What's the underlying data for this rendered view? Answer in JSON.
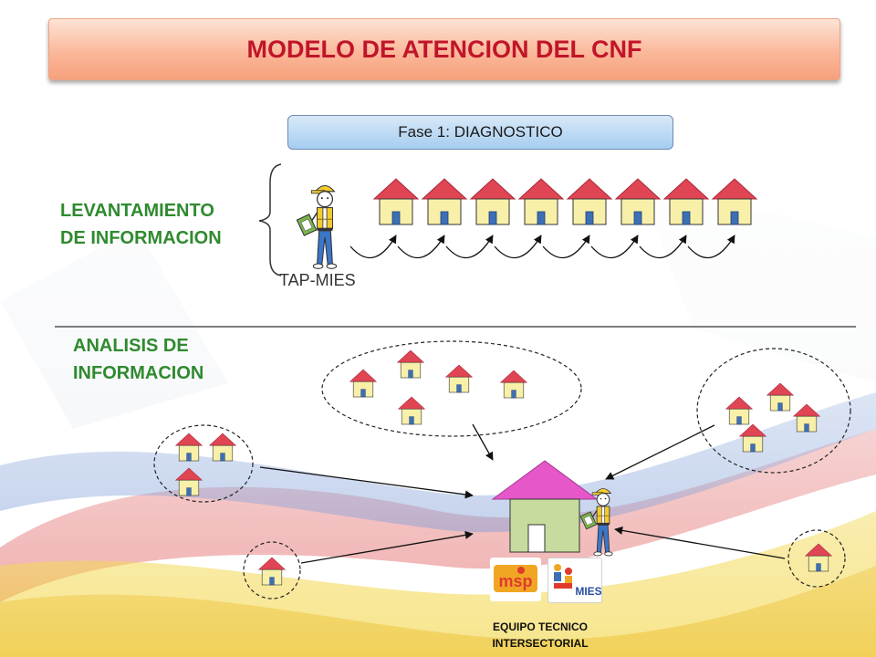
{
  "title": "MODELO DE ATENCION DEL CNF",
  "phase_label": "Fase 1: DIAGNOSTICO",
  "levantamiento": {
    "line1": "LEVANTAMIENTO",
    "line2": "DE INFORMACION"
  },
  "tap_label": "TAP-MIES",
  "analisis": {
    "line1": "ANALISIS DE",
    "line2": "INFORMACION"
  },
  "equipo": {
    "line1": "EQUIPO TECNICO",
    "line2": "INTERSECTORIAL"
  },
  "logos": {
    "msp": "msp",
    "mies": "MIES"
  },
  "colors": {
    "title_red": "#c0152a",
    "label_green": "#2f8a2f",
    "roof_red": "#e04553",
    "wall_yellow": "#f8f0a8",
    "door_blue": "#3d6fb5",
    "center_roof_pink": "#e657c9",
    "center_wall_green": "#c5dc9e"
  },
  "icons": {
    "worker": "field-worker-with-clipboard-icon",
    "house": "house-icon"
  }
}
